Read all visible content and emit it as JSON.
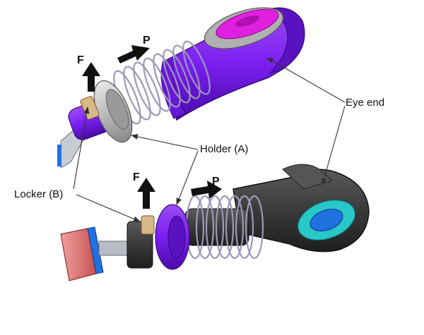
{
  "labels": {
    "eye_end": "Eye end",
    "holder": "Holder (A)",
    "locker": "Locker (B)"
  },
  "arrow_labels": {
    "force_top": "F",
    "pull_top": "P",
    "force_bottom": "F",
    "pull_bottom": "P"
  },
  "colors": {
    "upper_body": "#7a1ff0",
    "upper_eye_face": "#e020e0",
    "lower_eye": "#3a3a3a",
    "lower_eye_insert": "#28c8c8",
    "holder_ring": "#b0b0b0",
    "locker_nut": "#d8b888",
    "spring": "#c8c8d8",
    "end_cap": "#e07070",
    "end_cap_band": "#2070e0"
  }
}
